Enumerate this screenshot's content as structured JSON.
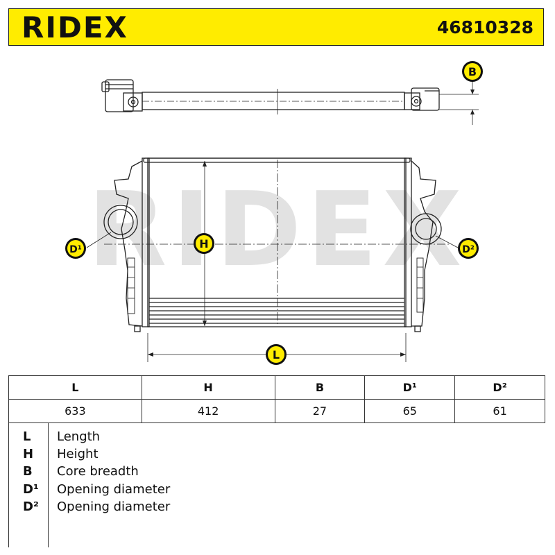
{
  "header": {
    "brand": "RIDEX",
    "part_number": "46810328"
  },
  "watermark": {
    "text": "RIDEX"
  },
  "drawing": {
    "markers": {
      "B": "B",
      "H": "H",
      "L": "L",
      "D1": "D¹",
      "D2": "D²"
    }
  },
  "dimensions_table": {
    "headers": [
      "L",
      "H",
      "B",
      "D¹",
      "D²"
    ],
    "values": [
      "633",
      "412",
      "27",
      "65",
      "61"
    ]
  },
  "legend": [
    {
      "symbol": "L",
      "description": "Length"
    },
    {
      "symbol": "H",
      "description": "Height"
    },
    {
      "symbol": "B",
      "description": "Core breadth"
    },
    {
      "symbol": "D¹",
      "description": "Opening diameter"
    },
    {
      "symbol": "D²",
      "description": "Opening diameter"
    }
  ],
  "colors": {
    "header_bg": "#ffec00",
    "marker_bg": "#ffec00",
    "marker_ring": "#111111",
    "line": "#222222",
    "watermark": "#e2e2e2"
  }
}
